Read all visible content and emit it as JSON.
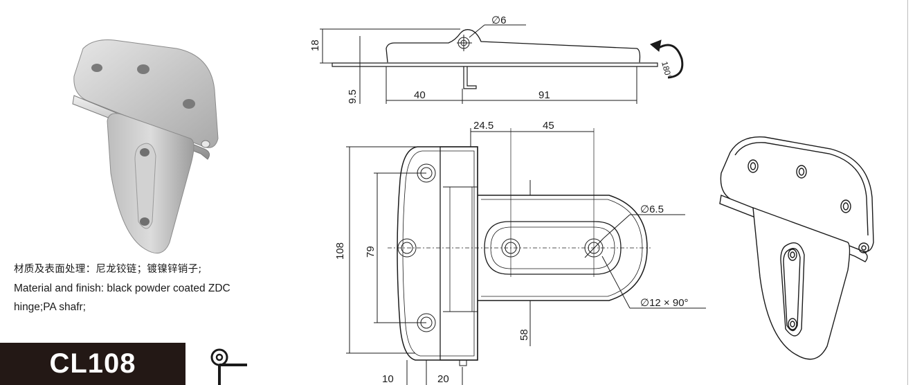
{
  "description": {
    "chinese": "材质及表面处理：尼龙铰链；镀镍锌销子;",
    "english_line1": "Material and finish: black powder coated ZDC",
    "english_line2": "hinge;PA shafr;"
  },
  "model": {
    "code": "CL108"
  },
  "dimensions": {
    "hole_dia": "∅6",
    "height_18": "18",
    "height_9_5": "9.5",
    "len_40": "40",
    "len_91": "91",
    "rotation": "180°",
    "dim_24_5": "24.5",
    "dim_45": "45",
    "dim_108": "108",
    "dim_79": "79",
    "dim_58": "58",
    "dim_10": "10",
    "dim_20": "20",
    "slot_dia": "∅6.5",
    "countersink": "∅12 × 90°"
  },
  "colors": {
    "model_bg": "#231815",
    "metal_light": "#c8c8c8",
    "metal_dark": "#8a8a8a",
    "line": "#1a1a1a"
  }
}
